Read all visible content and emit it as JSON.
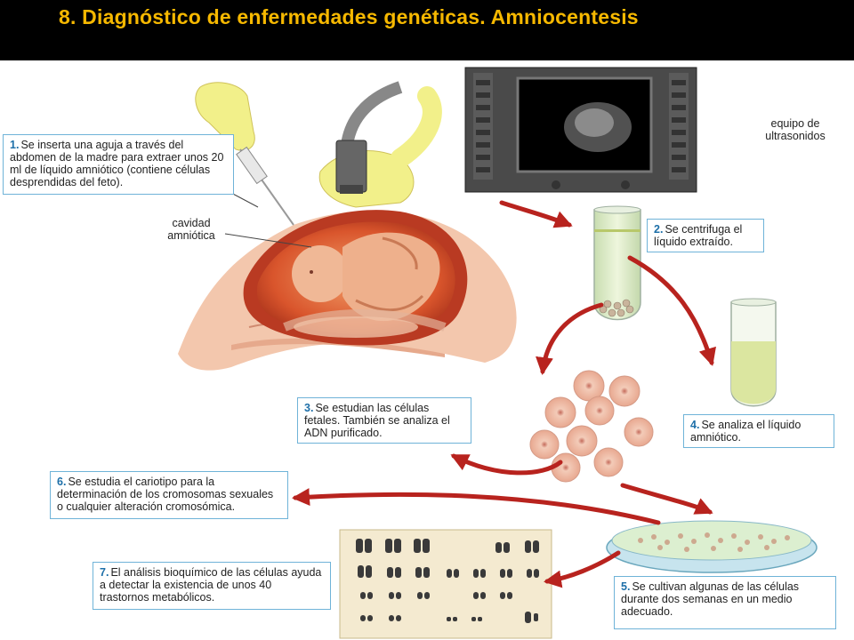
{
  "header": {
    "title": "8. Diagnóstico de enfermedades genéticas. Amniocentesis"
  },
  "labels": {
    "amniotic_cavity": [
      "cavidad",
      "amniótica"
    ],
    "ultrasound": [
      "equipo de",
      "ultrasonidos"
    ]
  },
  "steps": [
    {
      "num": "1.",
      "text": "Se inserta una aguja a través del abdomen de la madre para extraer unos 20 ml de líquido amniótico (contiene células desprendidas del feto)."
    },
    {
      "num": "2.",
      "text": "Se centrifuga el líquido extraído."
    },
    {
      "num": "3.",
      "text": "Se estudian las células fetales. También se analiza el ADN purificado."
    },
    {
      "num": "4.",
      "text": "Se analiza el líquido amniótico."
    },
    {
      "num": "5.",
      "text": "Se cultivan algunas de las células durante dos semanas en un medio adecuado."
    },
    {
      "num": "6.",
      "text": "Se estudia el cariotipo para la determinación de los cromosomas sexuales o cualquier alteración cromosómica."
    },
    {
      "num": "7.",
      "text": "El análisis bioquímico de las células ayuda a detectar la existencia de unos 40 trastornos metabólicos."
    }
  ],
  "colors": {
    "title": "#f6b800",
    "box_border": "#6fb3d8",
    "step_number": "#1d6fa8",
    "arrow": "#b8231e"
  }
}
